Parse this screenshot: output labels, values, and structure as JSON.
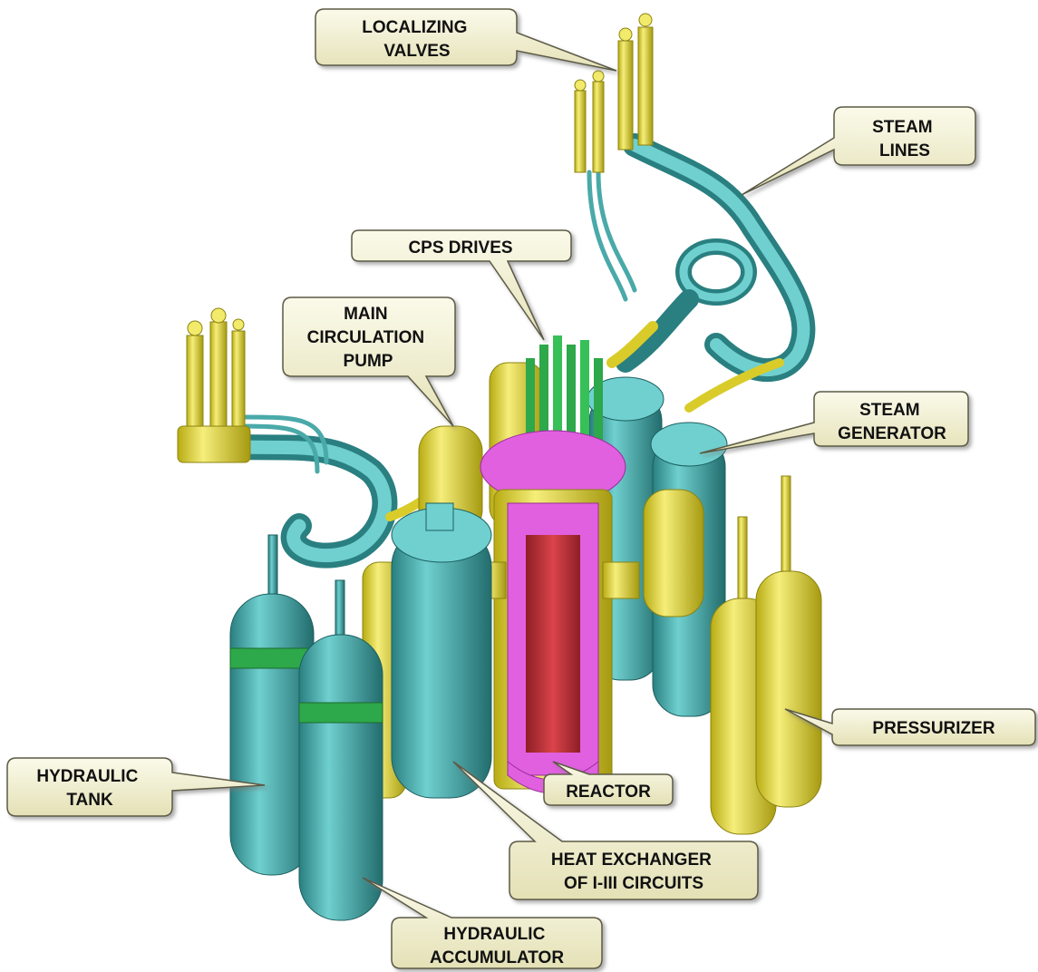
{
  "labels": {
    "localizing_valves": [
      "LOCALIZING",
      "VALVES"
    ],
    "steam_lines": [
      "STEAM",
      "LINES"
    ],
    "cps_drives": [
      "CPS DRIVES"
    ],
    "main_circulation_pump": [
      "MAIN",
      "CIRCULATION",
      "PUMP"
    ],
    "steam_generator": [
      "STEAM",
      "GENERATOR"
    ],
    "pressurizer": [
      "PRESSURIZER"
    ],
    "hydraulic_tank": [
      "HYDRAULIC",
      "TANK"
    ],
    "reactor": [
      "REACTOR"
    ],
    "heat_exchanger": [
      "HEAT EXCHANGER",
      "OF I-III CIRCUITS"
    ],
    "hydraulic_accumulator": [
      "HYDRAULIC",
      "ACCUMULATOR"
    ]
  },
  "colors": {
    "teal": "#2e8f8f",
    "teal_light": "#5fc3c3",
    "yellow": "#d9cc2a",
    "yellow_light": "#f2ea6a",
    "green": "#2da84a",
    "magenta": "#e060e0",
    "red_core": "#c8323a",
    "label_fill": "#f1efcf"
  }
}
